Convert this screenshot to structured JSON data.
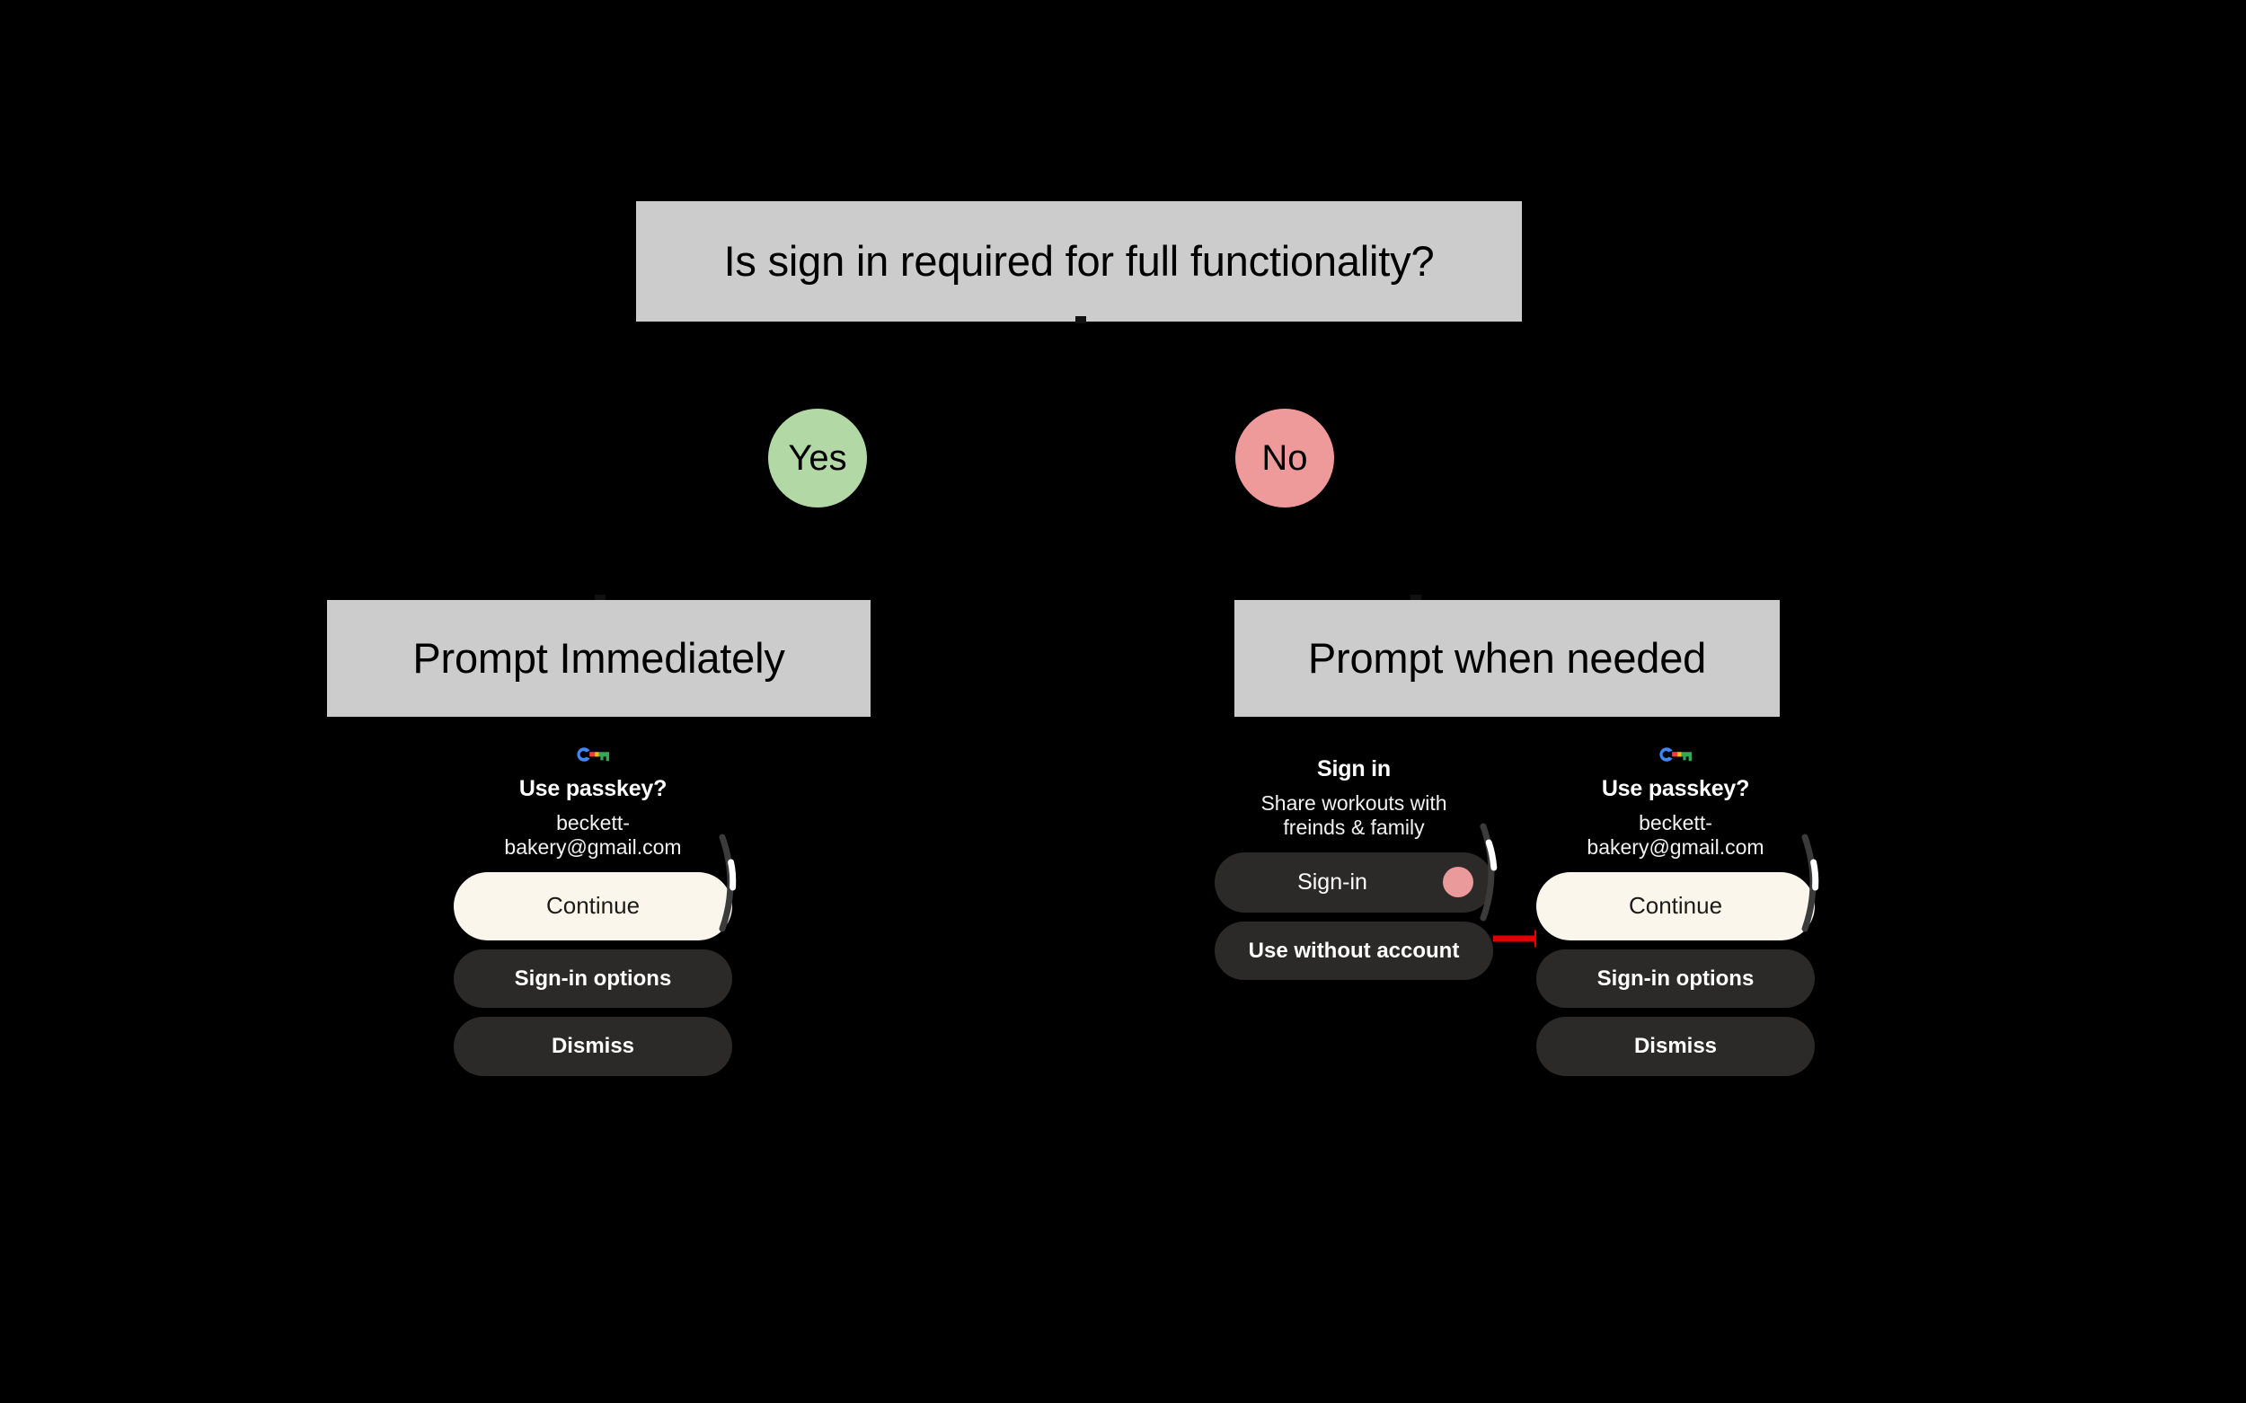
{
  "flowchart": {
    "decision": {
      "label": "Is sign in required for full functionality?"
    },
    "branches": [
      {
        "label": "Yes",
        "color": "#b2d9a5"
      },
      {
        "label": "No",
        "color": "#ef9a9a"
      }
    ],
    "outcomes": [
      {
        "label": "Prompt Immediately"
      },
      {
        "label": "Prompt when needed"
      }
    ]
  },
  "dialogs": {
    "left_passkey": {
      "icon": "google-passkey-icon",
      "title": "Use passkey?",
      "subtitle": "beckett-bakery@gmail.com",
      "buttons": [
        {
          "label": "Continue",
          "style": "primary"
        },
        {
          "label": "Sign-in options",
          "style": "secondary"
        },
        {
          "label": "Dismiss",
          "style": "secondary"
        }
      ]
    },
    "center_signin": {
      "title": "Sign in",
      "subtitle": "Share workouts with freinds & family",
      "buttons": [
        {
          "label": "Sign-in",
          "style": "secondary",
          "avatar_color": "#ea9a9a"
        },
        {
          "label": "Use without account",
          "style": "secondary"
        }
      ]
    },
    "right_passkey": {
      "icon": "google-passkey-icon",
      "title": "Use passkey?",
      "subtitle": "beckett-bakery@gmail.com",
      "buttons": [
        {
          "label": "Continue",
          "style": "primary"
        },
        {
          "label": "Sign-in options",
          "style": "secondary"
        },
        {
          "label": "Dismiss",
          "style": "secondary"
        }
      ]
    }
  },
  "annotations": {
    "arrow_color": "#e00000"
  },
  "colors": {
    "background": "#000000",
    "box_fill": "#cccccc",
    "box_text": "#000000",
    "primary_button": "#faf6ec",
    "secondary_button": "#2b2a28",
    "dialog_text": "#ffffff"
  }
}
